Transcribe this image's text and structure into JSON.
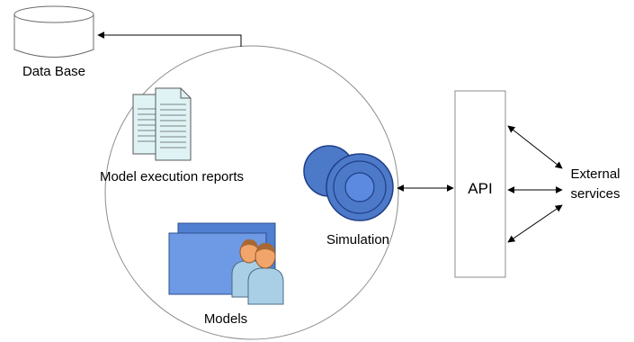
{
  "labels": {
    "database": "Data Base",
    "reports": "Model execution reports",
    "simulation": "Simulation",
    "models": "Models",
    "api": "API",
    "external_line1": "External",
    "external_line2": "services"
  },
  "colors": {
    "outline": "#8c8c8c",
    "box_fill": "#ffffff",
    "document_fill": "#dff3f5",
    "disk_fill": "#4d79c9",
    "disk_stroke": "#1f3f86",
    "disk_inner": "#5b8ae0",
    "model_back": "#4f7fd0",
    "model_front": "#6e99e4",
    "person_shirt": "#a9cfe6",
    "person_head": "#f2a56a",
    "person_hair": "#a86834",
    "arrow": "#000000"
  },
  "icons": {
    "database": "database-cylinder-icon",
    "reports": "documents-icon",
    "simulation": "gear-disks-icon",
    "models": "windows-with-users-icon"
  }
}
